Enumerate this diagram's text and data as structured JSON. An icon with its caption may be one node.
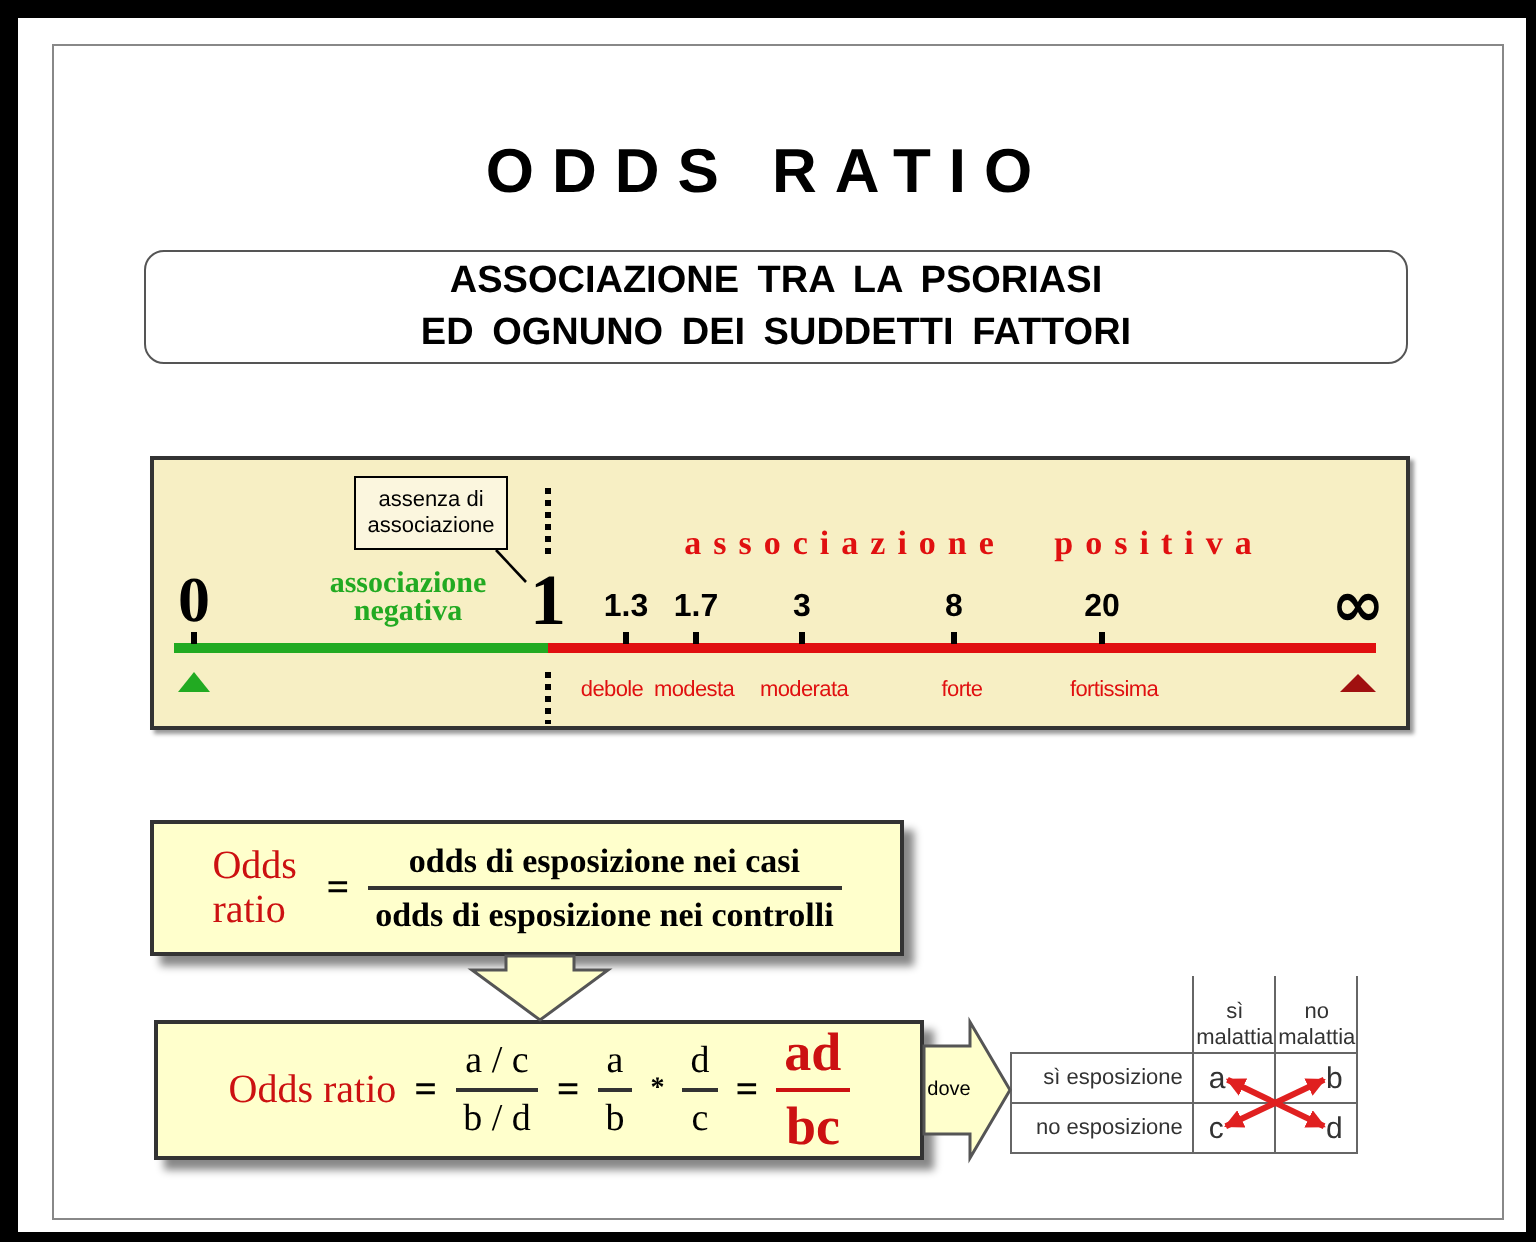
{
  "diagram": {
    "title": "ODDS RATIO",
    "nodes": [
      {
        "text": [
          "ASSOCIAZIONE TRA LA PSORIASI ED OGNUNO DEI SUDDETTI FATTORI"
        ]
      },
      {
        "text": [],
        "shape": "box"
      },
      {
        "text": [
          "assenza di associazione"
        ],
        "in": 1
      },
      {
        "text": [
          "1"
        ],
        "in": 1
      },
      {
        "text": [
          "Odds ratio",
          "=",
          "odds di esposizione nei casi",
          "odds di esposizione nei controlli"
        ]
      },
      {
        "text": [
          "Odds ratio",
          "=",
          "a / c",
          "b / d",
          "=",
          "a",
          "b",
          "*",
          "d",
          "c",
          "=",
          "ad",
          "bc"
        ]
      },
      {
        "text": [],
        "shape": "table"
      },
      {
        "text": [
          "sì malattia"
        ],
        "in": 6
      },
      {
        "text": [
          "no malattia"
        ],
        "in": 6
      },
      {
        "text": [
          "sì esposizione"
        ],
        "in": 6
      },
      {
        "text": [
          "a"
        ],
        "in": 6
      },
      {
        "text": [
          "b"
        ],
        "in": 6
      },
      {
        "text": [
          "no esposizione"
        ],
        "in": 6
      },
      {
        "text": [
          "c"
        ],
        "in": 6
      },
      {
        "text": [
          "d"
        ],
        "in": 6
      }
    ],
    "edges": [
      {
        "from": 4,
        "to": 5,
        "arrow": "to",
        "color": "#555555"
      },
      {
        "from": 5,
        "to": 6,
        "arrow": "to",
        "label": "dove",
        "color": "#555555"
      },
      {
        "from": 2,
        "to": 3,
        "arrow": "none",
        "color": "#000000"
      },
      {
        "from": 10,
        "to": 14,
        "arrow": "both",
        "color": "#e02020"
      },
      {
        "from": 11,
        "to": 13,
        "arrow": "both",
        "color": "#e02020"
      }
    ],
    "labels": [
      "associazione positiva",
      "0",
      "associazione negativa",
      "1.3",
      "1.7",
      "3",
      "8",
      "20",
      "∞",
      "debole",
      "modesta",
      "moderata",
      "forte",
      "fortissima"
    ]
  }
}
